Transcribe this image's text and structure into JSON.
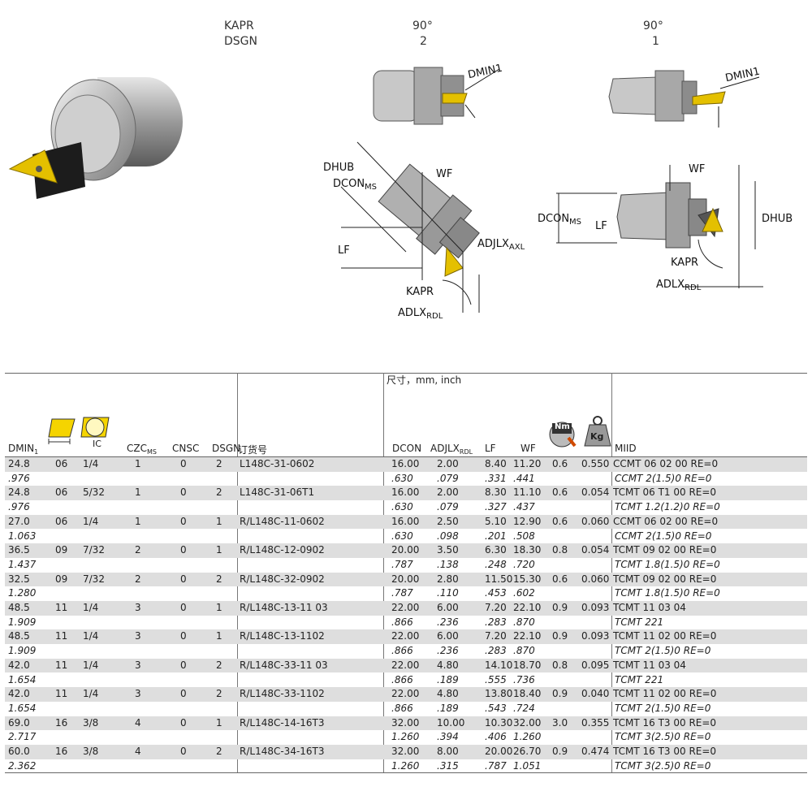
{
  "header": {
    "kapr_label": "KAPR",
    "dsgn_label": "DSGN",
    "col2_kapr": "90°",
    "col2_dsgn": "2",
    "col1_kapr": "90°",
    "col1_dsgn": "1"
  },
  "diagram_labels": {
    "dmin1_a": "DMIN1",
    "dmin1_b": "DMIN1",
    "dhub_left": "DHUB",
    "dcon_left": "DCON",
    "dcon_left_sub": "MS",
    "wf_left": "WF",
    "lf_left": "LF",
    "adjlx_axl": "ADJLX",
    "adjlx_axl_sub": "AXL",
    "kapr_left": "KAPR",
    "adlx_rdl_left": "ADLX",
    "adlx_rdl_left_sub": "RDL",
    "wf_right": "WF",
    "dcon_right": "DCON",
    "dcon_right_sub": "MS",
    "lf_right": "LF",
    "dhub_right": "DHUB",
    "kapr_right": "KAPR",
    "adlx_rdl_right": "ADLX",
    "adlx_rdl_right_sub": "RDL"
  },
  "table": {
    "units_note": "尺寸，mm, inch",
    "headers": {
      "dmin": "DMIN",
      "dmin_sub": "1",
      "czc": "CZC",
      "czc_sub": "MS",
      "cnsc": "CNSC",
      "dsgn": "DSGN",
      "order": "订货号",
      "dcon": "DCON",
      "adjlx": "ADJLX",
      "adjlx_sub": "RDL",
      "lf": "LF",
      "wf": "WF",
      "miid": "MIID",
      "ic_icon_text": "IC",
      "nm_icon_text": "Nm",
      "kg_icon_text": "Kg"
    },
    "rows": [
      {
        "dmin": "24.8",
        "dmin_in": ".976",
        "c1": "06",
        "c2": "1/4",
        "czc": "1",
        "cnsc": "0",
        "dsgn": "2",
        "order": "L148C-31-0602",
        "dcon": "16.00",
        "dcon_in": ".630",
        "adjlx": "2.00",
        "adjlx_in": ".079",
        "lf": "8.40",
        "lf_in": ".331",
        "wf": "11.20",
        "wf_in": ".441",
        "nm": "0.6",
        "kg": "0.550",
        "miid": "CCMT 06 02 00 RE=0",
        "miid_in": "CCMT 2(1.5)0 RE=0"
      },
      {
        "dmin": "24.8",
        "dmin_in": ".976",
        "c1": "06",
        "c2": "5/32",
        "czc": "1",
        "cnsc": "0",
        "dsgn": "2",
        "order": "L148C-31-06T1",
        "dcon": "16.00",
        "dcon_in": ".630",
        "adjlx": "2.00",
        "adjlx_in": ".079",
        "lf": "8.30",
        "lf_in": ".327",
        "wf": "11.10",
        "wf_in": ".437",
        "nm": "0.6",
        "kg": "0.054",
        "miid": "TCMT 06 T1 00 RE=0",
        "miid_in": "TCMT 1.2(1.2)0 RE=0"
      },
      {
        "dmin": "27.0",
        "dmin_in": "1.063",
        "c1": "06",
        "c2": "1/4",
        "czc": "1",
        "cnsc": "0",
        "dsgn": "1",
        "order": "R/L148C-11-0602",
        "dcon": "16.00",
        "dcon_in": ".630",
        "adjlx": "2.50",
        "adjlx_in": ".098",
        "lf": "5.10",
        "lf_in": ".201",
        "wf": "12.90",
        "wf_in": ".508",
        "nm": "0.6",
        "kg": "0.060",
        "miid": "CCMT 06 02 00 RE=0",
        "miid_in": "CCMT 2(1.5)0 RE=0"
      },
      {
        "dmin": "36.5",
        "dmin_in": "1.437",
        "c1": "09",
        "c2": "7/32",
        "czc": "2",
        "cnsc": "0",
        "dsgn": "1",
        "order": "R/L148C-12-0902",
        "dcon": "20.00",
        "dcon_in": ".787",
        "adjlx": "3.50",
        "adjlx_in": ".138",
        "lf": "6.30",
        "lf_in": ".248",
        "wf": "18.30",
        "wf_in": ".720",
        "nm": "0.8",
        "kg": "0.054",
        "miid": "TCMT 09 02 00 RE=0",
        "miid_in": "TCMT 1.8(1.5)0 RE=0"
      },
      {
        "dmin": "32.5",
        "dmin_in": "1.280",
        "c1": "09",
        "c2": "7/32",
        "czc": "2",
        "cnsc": "0",
        "dsgn": "2",
        "order": "R/L148C-32-0902",
        "dcon": "20.00",
        "dcon_in": ".787",
        "adjlx": "2.80",
        "adjlx_in": ".110",
        "lf": "11.50",
        "lf_in": ".453",
        "wf": "15.30",
        "wf_in": ".602",
        "nm": "0.6",
        "kg": "0.060",
        "miid": "TCMT 09 02 00 RE=0",
        "miid_in": "TCMT 1.8(1.5)0 RE=0"
      },
      {
        "dmin": "48.5",
        "dmin_in": "1.909",
        "c1": "11",
        "c2": "1/4",
        "czc": "3",
        "cnsc": "0",
        "dsgn": "1",
        "order": "R/L148C-13-11 03",
        "dcon": "22.00",
        "dcon_in": ".866",
        "adjlx": "6.00",
        "adjlx_in": ".236",
        "lf": "7.20",
        "lf_in": ".283",
        "wf": "22.10",
        "wf_in": ".870",
        "nm": "0.9",
        "kg": "0.093",
        "miid": "TCMT 11 03 04",
        "miid_in": "TCMT 221"
      },
      {
        "dmin": "48.5",
        "dmin_in": "1.909",
        "c1": "11",
        "c2": "1/4",
        "czc": "3",
        "cnsc": "0",
        "dsgn": "1",
        "order": "R/L148C-13-1102",
        "dcon": "22.00",
        "dcon_in": ".866",
        "adjlx": "6.00",
        "adjlx_in": ".236",
        "lf": "7.20",
        "lf_in": ".283",
        "wf": "22.10",
        "wf_in": ".870",
        "nm": "0.9",
        "kg": "0.093",
        "miid": "TCMT 11 02 00 RE=0",
        "miid_in": "TCMT 2(1.5)0 RE=0"
      },
      {
        "dmin": "42.0",
        "dmin_in": "1.654",
        "c1": "11",
        "c2": "1/4",
        "czc": "3",
        "cnsc": "0",
        "dsgn": "2",
        "order": "R/L148C-33-11 03",
        "dcon": "22.00",
        "dcon_in": ".866",
        "adjlx": "4.80",
        "adjlx_in": ".189",
        "lf": "14.10",
        "lf_in": ".555",
        "wf": "18.70",
        "wf_in": ".736",
        "nm": "0.8",
        "kg": "0.095",
        "miid": "TCMT 11 03 04",
        "miid_in": "TCMT 221"
      },
      {
        "dmin": "42.0",
        "dmin_in": "1.654",
        "c1": "11",
        "c2": "1/4",
        "czc": "3",
        "cnsc": "0",
        "dsgn": "2",
        "order": "R/L148C-33-1102",
        "dcon": "22.00",
        "dcon_in": ".866",
        "adjlx": "4.80",
        "adjlx_in": ".189",
        "lf": "13.80",
        "lf_in": ".543",
        "wf": "18.40",
        "wf_in": ".724",
        "nm": "0.9",
        "kg": "0.040",
        "miid": "TCMT 11 02 00 RE=0",
        "miid_in": "TCMT 2(1.5)0 RE=0"
      },
      {
        "dmin": "69.0",
        "dmin_in": "2.717",
        "c1": "16",
        "c2": "3/8",
        "czc": "4",
        "cnsc": "0",
        "dsgn": "1",
        "order": "R/L148C-14-16T3",
        "dcon": "32.00",
        "dcon_in": "1.260",
        "adjlx": "10.00",
        "adjlx_in": ".394",
        "lf": "10.30",
        "lf_in": ".406",
        "wf": "32.00",
        "wf_in": "1.260",
        "nm": "3.0",
        "kg": "0.355",
        "miid": "TCMT 16 T3 00 RE=0",
        "miid_in": "TCMT 3(2.5)0 RE=0"
      },
      {
        "dmin": "60.0",
        "dmin_in": "2.362",
        "c1": "16",
        "c2": "3/8",
        "czc": "4",
        "cnsc": "0",
        "dsgn": "2",
        "order": "R/L148C-34-16T3",
        "dcon": "32.00",
        "dcon_in": "1.260",
        "adjlx": "8.00",
        "adjlx_in": ".315",
        "lf": "20.00",
        "lf_in": ".787",
        "wf": "26.70",
        "wf_in": "1.051",
        "nm": "0.9",
        "kg": "0.474",
        "miid": "TCMT 16 T3 00 RE=0",
        "miid_in": "TCMT 3(2.5)0 RE=0"
      }
    ]
  }
}
